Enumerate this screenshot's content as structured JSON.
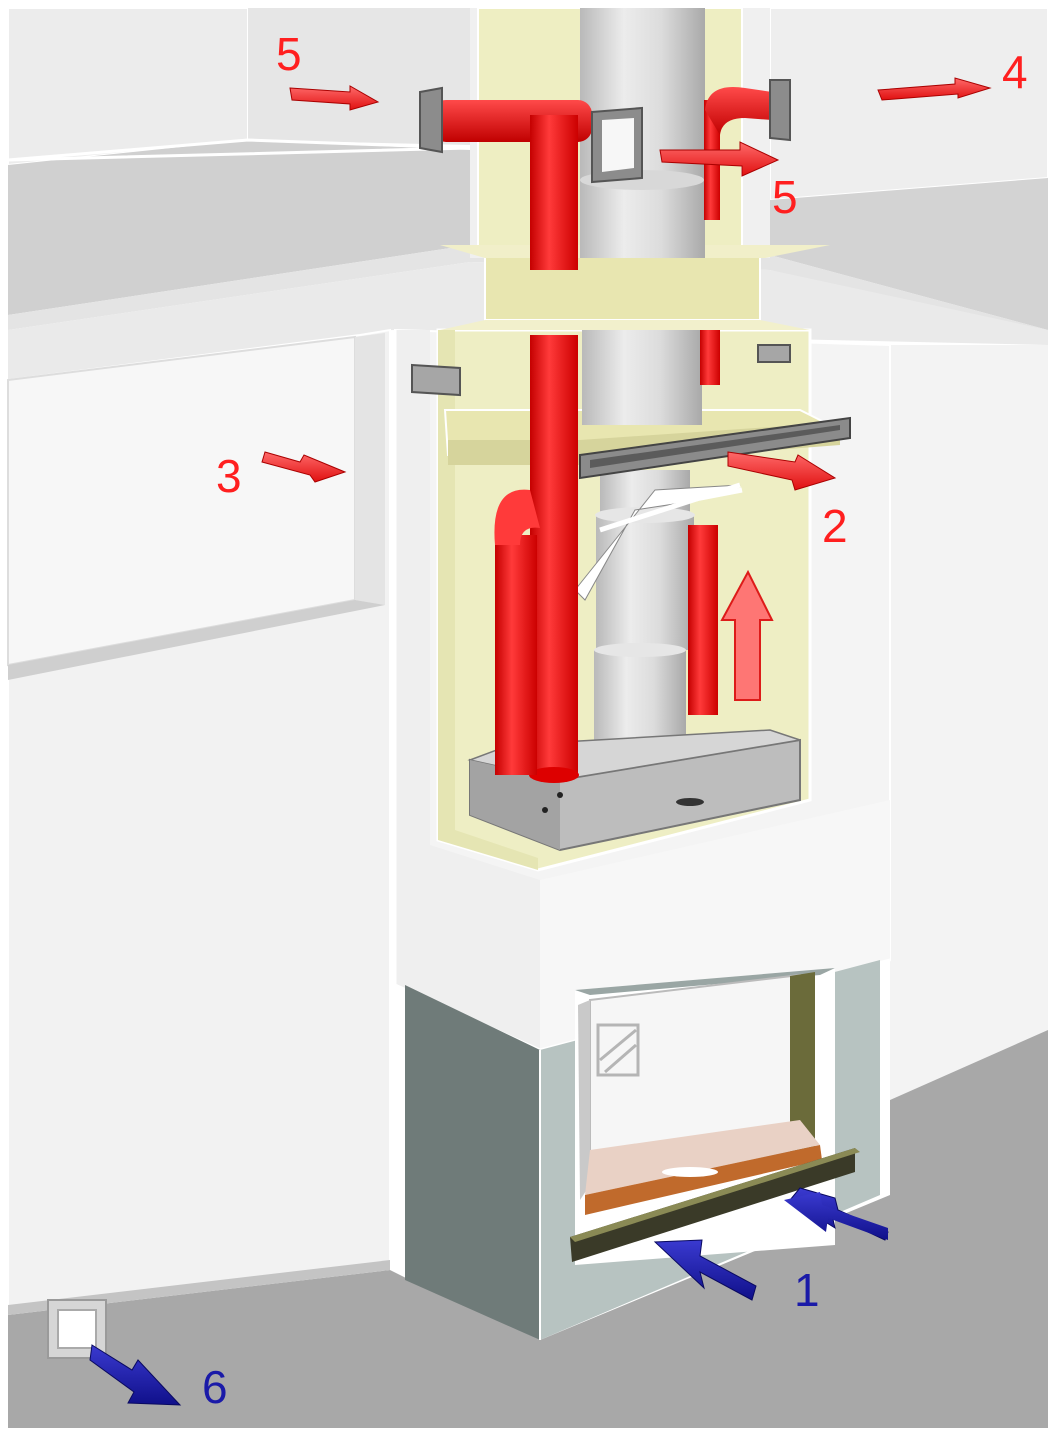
{
  "colors": {
    "hot_air": "#ff1f1f",
    "cold_air": "#1a1aa8",
    "insulation": "#eeeec0",
    "wall": "#f1f1f1",
    "floor": "#a6a6a6",
    "ceiling": "#c9c9c9",
    "flue": "#cfcfcf",
    "base": "#b7c2c0"
  },
  "labels": {
    "l1": "1",
    "l2": "2",
    "l3": "3",
    "l4": "4",
    "l5a": "5",
    "l5b": "5",
    "l6": "6"
  },
  "icons": {
    "hot_arrow": "red-arrow",
    "cold_arrow": "blue-arrow",
    "vent": "wall-vent-grille"
  }
}
